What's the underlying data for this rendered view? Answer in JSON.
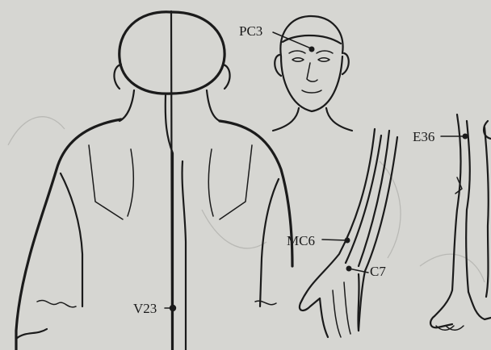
{
  "points": {
    "pc3": "PC3",
    "mc6": "MC6",
    "c7": "C7",
    "e36": "E36",
    "v23": "V23"
  },
  "colors": {
    "paper": "#d6d6d2",
    "ink": "#1b1b1b"
  }
}
